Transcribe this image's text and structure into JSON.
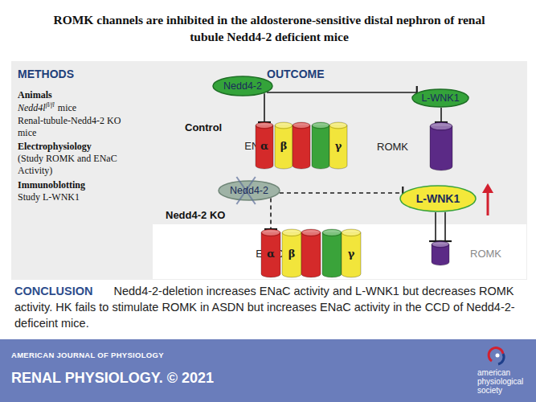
{
  "diagram": {
    "title": "ROMK channels are inhibited in the aldosterone-sensitive distal nephron of renal tubule Nedd4-2 deficient mice",
    "nodes": [
      {
        "text": [
          "Nedd4-2"
        ]
      },
      {
        "text": [
          "L-WNK1"
        ]
      },
      {
        "text": [
          "ENaC"
        ]
      },
      {
        "text": [
          "α"
        ],
        "in": 2
      },
      {
        "text": [
          "β"
        ],
        "in": 2
      },
      {
        "text": [
          "γ"
        ],
        "in": 2
      },
      {
        "text": [
          "ROMK"
        ]
      },
      {
        "text": [
          "Nedd4-2"
        ]
      },
      {
        "text": [
          "L-WNK1"
        ]
      },
      {
        "text": [
          "ENaC"
        ]
      },
      {
        "text": [
          "α"
        ],
        "in": 9
      },
      {
        "text": [
          "β"
        ],
        "in": 9
      },
      {
        "text": [
          "γ"
        ],
        "in": 9
      },
      {
        "text": [
          "ROMK"
        ]
      }
    ],
    "edges": [
      {
        "from": 0,
        "to": 1,
        "arrow": "to"
      },
      {
        "from": 0,
        "to": 2,
        "arrow": "to"
      },
      {
        "from": 1,
        "to": 6,
        "arrow": "to"
      },
      {
        "from": 7,
        "to": 8,
        "arrow": "to"
      },
      {
        "from": 7,
        "to": 9,
        "arrow": "to"
      },
      {
        "from": 8,
        "to": 13,
        "arrow": "to"
      },
      {
        "from": 8,
        "to": 13,
        "arrow": "to"
      }
    ],
    "labels": [
      "METHODS",
      "Animals",
      "Nedd4l",
      "fl/fl",
      "mice",
      "Renal-tubule-Nedd4-2 KO mice",
      "Electrophysiology",
      "(Study ROMK and ENaC Activity)",
      "Immunoblotting",
      "Study L-WNK1",
      "OUTCOME",
      "Control",
      "Nedd4-2 KO",
      "CONCLUSION",
      "Nedd4-2-deletion increases ENaC activity and L-WNK1 but decreases ROMK activity. HK fails to stimulate ROMK in ASDN but increases ENaC activity in the CCD of Nedd4-2-deficeint mice.",
      "AMERICAN JOURNAL OF PHYSIOLOGY",
      "RENAL PHYSIOLOGY. © 2021",
      "american physiological society"
    ]
  }
}
